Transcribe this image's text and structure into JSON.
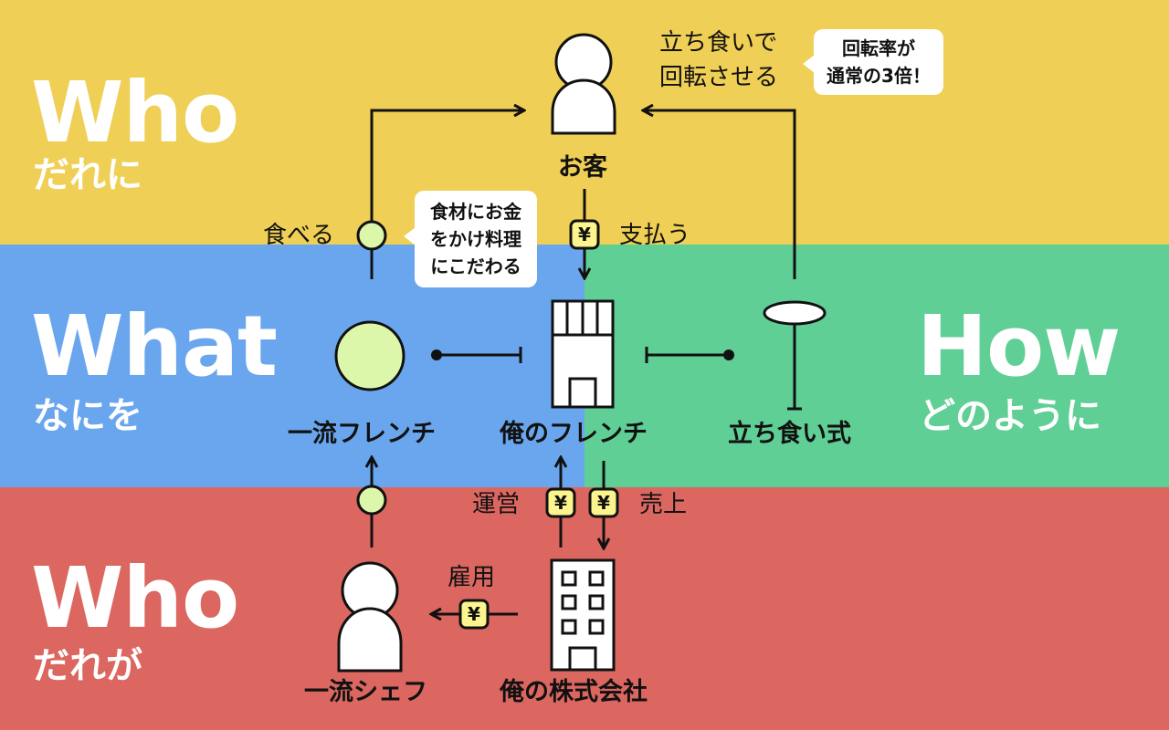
{
  "colors": {
    "who_top": "#EFCF55",
    "what": "#6AA6EE",
    "how": "#5FCF96",
    "who_bottom": "#DB6760",
    "node_fill": "#DDF7AA",
    "yen_fill": "#FCF48C",
    "stroke": "#111111"
  },
  "sections": {
    "top": {
      "heading": "Who",
      "subheading": "だれに"
    },
    "what": {
      "heading": "What",
      "subheading": "なにを"
    },
    "how": {
      "heading": "How",
      "subheading": "どのように"
    },
    "bottom": {
      "heading": "Who",
      "subheading": "だれが"
    }
  },
  "nodes": {
    "customer": {
      "label": "お客",
      "icon": "person-icon"
    },
    "premium_french": {
      "label": "一流フレンチ",
      "icon": "circle-icon"
    },
    "my_french": {
      "label": "俺のフレンチ",
      "icon": "shop-building-icon"
    },
    "standing_style": {
      "label": "立ち食い式",
      "icon": "standing-table-icon"
    },
    "top_chef": {
      "label": "一流シェフ",
      "icon": "person-icon"
    },
    "my_company": {
      "label": "俺の株式会社",
      "icon": "office-building-icon"
    }
  },
  "edges": {
    "eat": "食べる",
    "pay": "支払う",
    "operate": "運営",
    "sales": "売上",
    "hire": "雇用",
    "turnover_line1": "立ち食いで",
    "turnover_line2": "回転させる"
  },
  "yen_symbol": "¥",
  "bubbles": {
    "ingredients": [
      "食材にお金",
      "をかけ料理",
      "にこだわる"
    ],
    "turnover": [
      "回転率が",
      "通常の3倍！"
    ]
  }
}
